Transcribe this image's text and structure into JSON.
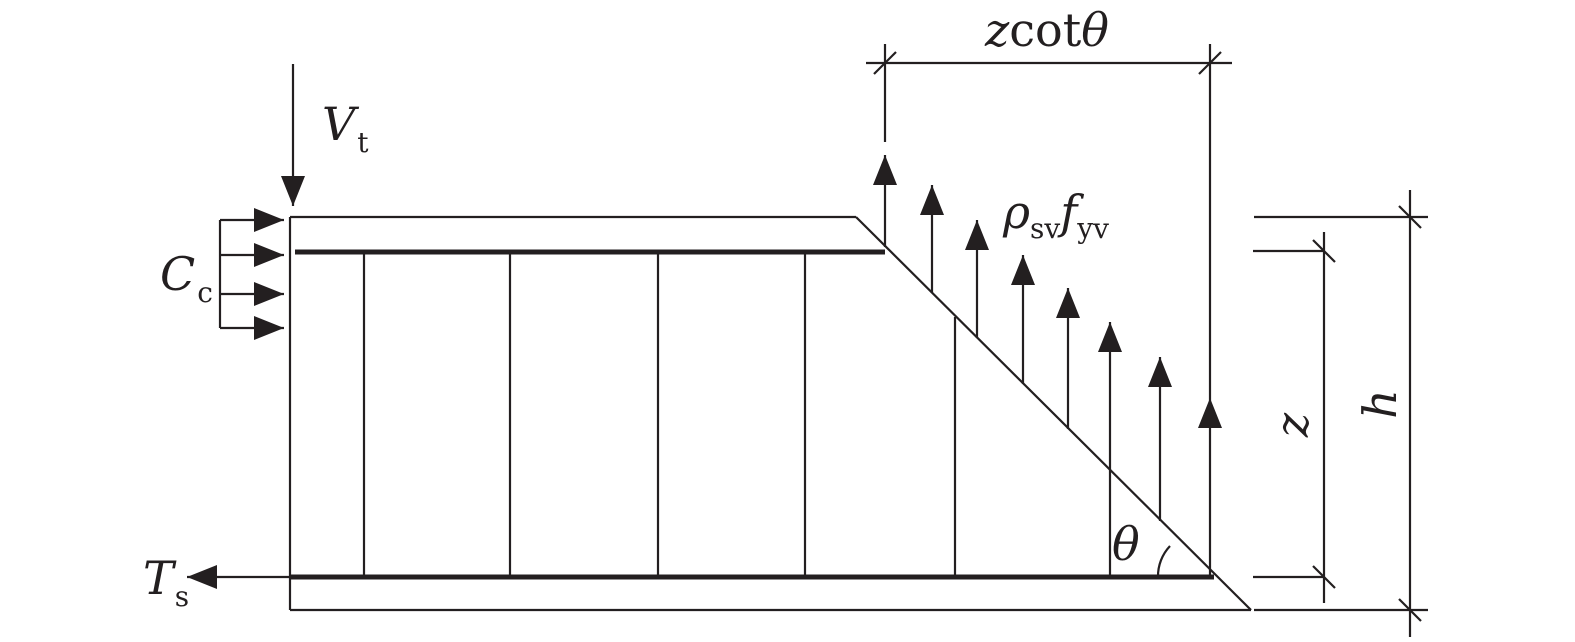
{
  "labels": {
    "vt_main": "V",
    "vt_sub": "t",
    "cc_main": "C",
    "cc_sub": "c",
    "ts_main": "T",
    "ts_sub": "s",
    "rho": "ρ",
    "rho_sub": "sv",
    "f": "f",
    "f_sub": "yv",
    "zcot_z": "z",
    "zcot_rest": "cot",
    "zcot_theta": "θ",
    "theta": "θ",
    "z_dim": "z",
    "h_dim": "h"
  },
  "colors": {
    "ink": "#231f20",
    "background": "#ffffff"
  }
}
